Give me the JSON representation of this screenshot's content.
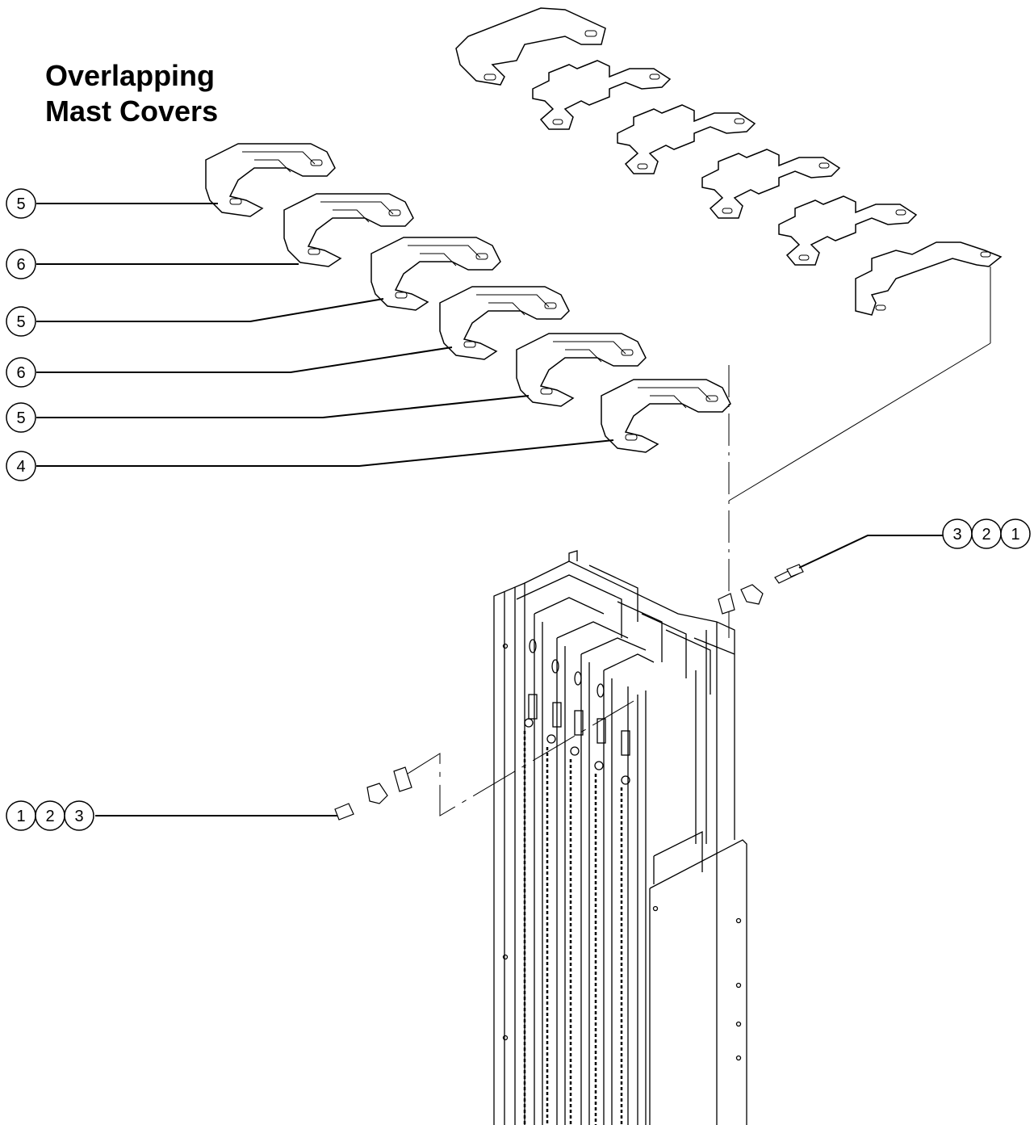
{
  "title": {
    "line1": "Overlapping",
    "line2": "Mast Covers"
  },
  "callouts": {
    "left_stack": [
      "5",
      "6",
      "5",
      "6",
      "5",
      "4"
    ],
    "right_bracket": [
      "3",
      "2",
      "1"
    ],
    "left_bracket": [
      "1",
      "2",
      "3"
    ]
  },
  "colors": {
    "line": "#000000",
    "background": "#ffffff"
  }
}
